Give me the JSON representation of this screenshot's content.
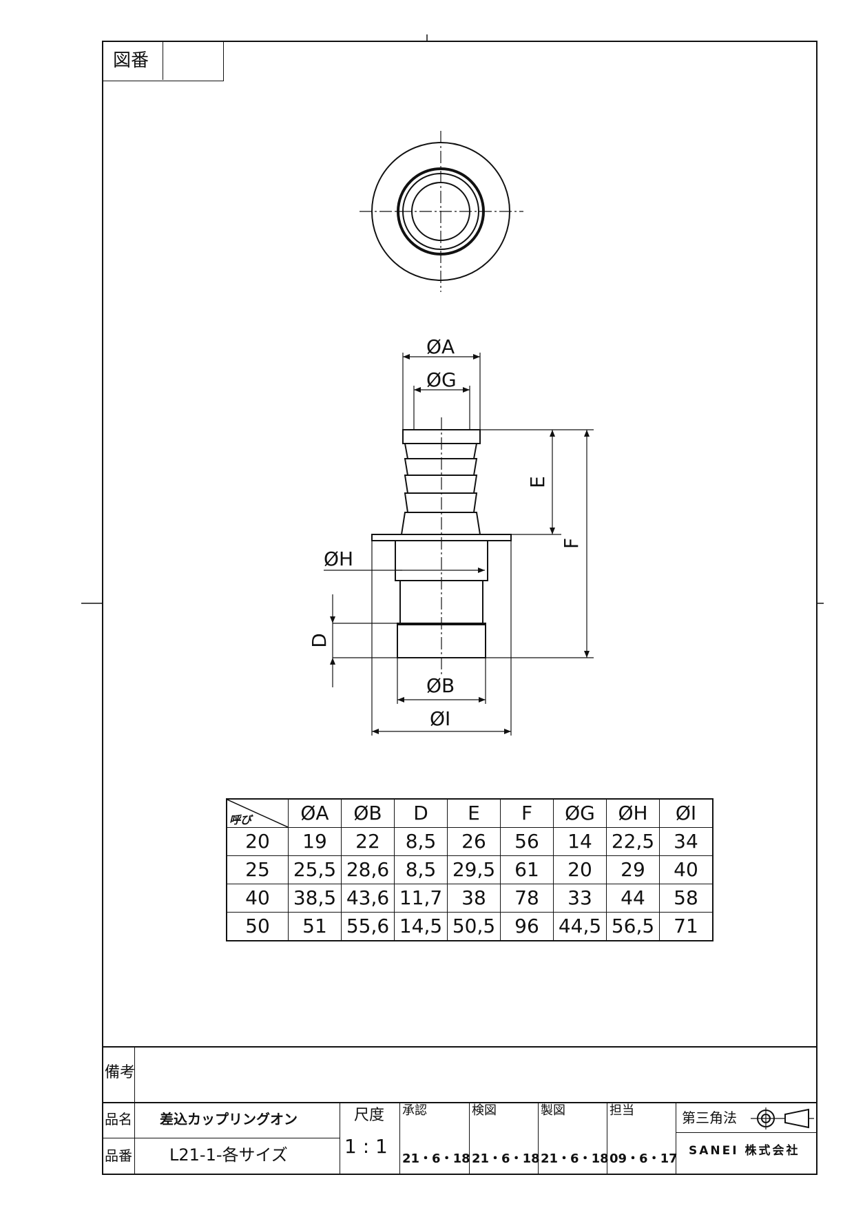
{
  "drawing_number_label": "図番",
  "drawing_number_value": "",
  "dimension_labels": {
    "A": "ØA",
    "G": "ØG",
    "H": "ØH",
    "B": "ØB",
    "I": "ØI",
    "D": "D",
    "E": "E",
    "F": "F"
  },
  "table": {
    "corner_label": "呼び",
    "headers": [
      "ØA",
      "ØB",
      "D",
      "E",
      "F",
      "ØG",
      "ØH",
      "ØI"
    ],
    "rows": [
      {
        "size": "20",
        "values": [
          "19",
          "22",
          "8,5",
          "26",
          "56",
          "14",
          "22,5",
          "34"
        ]
      },
      {
        "size": "25",
        "values": [
          "25,5",
          "28,6",
          "8,5",
          "29,5",
          "61",
          "20",
          "29",
          "40"
        ]
      },
      {
        "size": "40",
        "values": [
          "38,5",
          "43,6",
          "11,7",
          "38",
          "78",
          "33",
          "44",
          "58"
        ]
      },
      {
        "size": "50",
        "values": [
          "51",
          "55,6",
          "14,5",
          "50,5",
          "96",
          "44,5",
          "56,5",
          "71"
        ]
      }
    ]
  },
  "title_block": {
    "remarks_label": "備考",
    "remarks_value": "",
    "product_name_label": "品名",
    "product_name_value": "差込カップリングオン",
    "product_number_label": "品番",
    "product_number_value": "L21-1-各サイズ",
    "scale_label": "尺度",
    "scale_value": "1 : 1",
    "approved_label": "承認",
    "approved_date": "21・6・18",
    "checked_label": "検図",
    "checked_date": "21・6・18",
    "drawn_label": "製図",
    "drawn_date": "21・6・18",
    "charge_label": "担当",
    "charge_date": "09・6・17",
    "projection_label": "第三角法",
    "company": "SANEI 株式会社"
  }
}
